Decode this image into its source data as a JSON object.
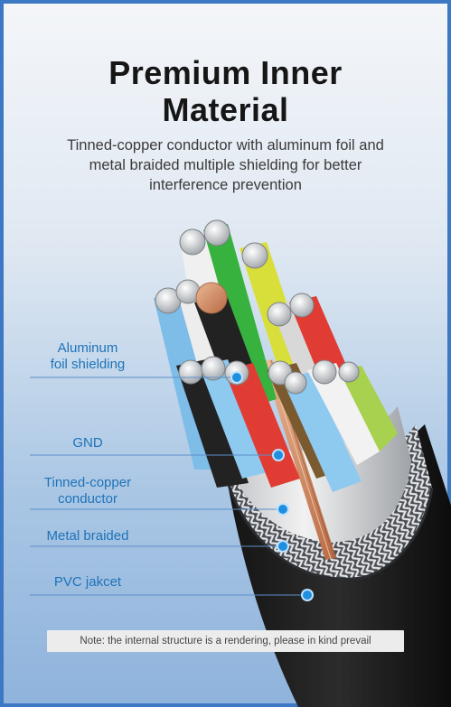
{
  "heading": {
    "title_line1": "Premium Inner",
    "title_line2": "Material",
    "subtitle_line1": "Tinned-copper conductor with aluminum foil and",
    "subtitle_line2": "metal braided multiple shielding for better",
    "subtitle_line3": "interference prevention"
  },
  "callouts": {
    "foil_line1": "Aluminum",
    "foil_line2": "foil shielding",
    "gnd": "GND",
    "conductor_line1": "Tinned-copper",
    "conductor_line2": "conductor",
    "braid": "Metal braided",
    "jacket": "PVC jakcet"
  },
  "footer": {
    "note": "Note: the internal structure is a rendering, please in kind prevail"
  },
  "colors": {
    "accent": "#1e73b8",
    "frame": "#3c78c4",
    "marker": "#1f8fe0"
  }
}
